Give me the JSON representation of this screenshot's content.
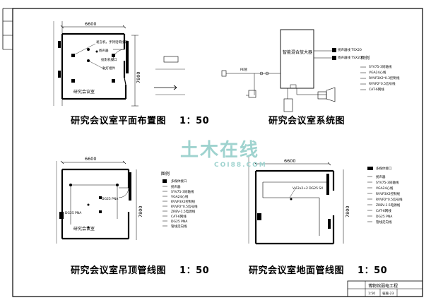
{
  "titles": {
    "plan": "研究会议室平面布置图",
    "plan_scale": "1：50",
    "system": "研究会议室系统图",
    "ceiling": "研究会议室吊顶管线图",
    "ceiling_scale": "1：50",
    "floor": "研究会议室地面管线图",
    "floor_scale": "1：50"
  },
  "dimensions": {
    "width": "6600",
    "depth": "7800"
  },
  "plan": {
    "room_label": "研究会议室",
    "device_labels": [
      "发言机，手持话筒接口",
      "扬声器",
      "投影机接口",
      "射灯组件"
    ]
  },
  "system": {
    "amplifier_label": "智能混合放大器",
    "cable_left": "PE管",
    "cable_right_1": "扬声器线 TSX20",
    "cable_right_2": "扬声器线 TSX20"
  },
  "ceiling": {
    "run_1": "DG25 PNA",
    "run_2": "DG25 PNA",
    "room_label": "研究会议室"
  },
  "floor": {
    "run": "V+2x2+2 DG25 SX"
  },
  "legend_title": "图例",
  "legend_items": [
    "SYV75-3同轴线",
    "VGA24心线",
    "RVVP3X2*0.3控制线",
    "RVVP2*0.5信号线",
    "CAT-6网线"
  ],
  "ceiling_legend": [
    "多媒体接口",
    "扬声器",
    "SYV75-3同轴线",
    "VGA24心线",
    "RVVP3X2控制线",
    "RVVP2*0.5信号线",
    "ZRBV-1.5电源线",
    "CAT-6网线",
    "DG25 PNA",
    "管线走向线"
  ],
  "floor_legend": [
    "多媒体接口",
    "扬声器",
    "SYV75-3同轴线",
    "VGA24心线",
    "RVVP3X2控制线",
    "RVVP2*0.5信号线",
    "ZRBV-1.5电源线",
    "CAT-6网线",
    "DG25 PNA",
    "管线走向线"
  ],
  "title_block": {
    "project": "博物馆弱电工程",
    "scale": "1:50",
    "drawing_no": "弱施-23"
  },
  "watermark": {
    "text": "土木在线",
    "sub": "COI88.COM"
  }
}
